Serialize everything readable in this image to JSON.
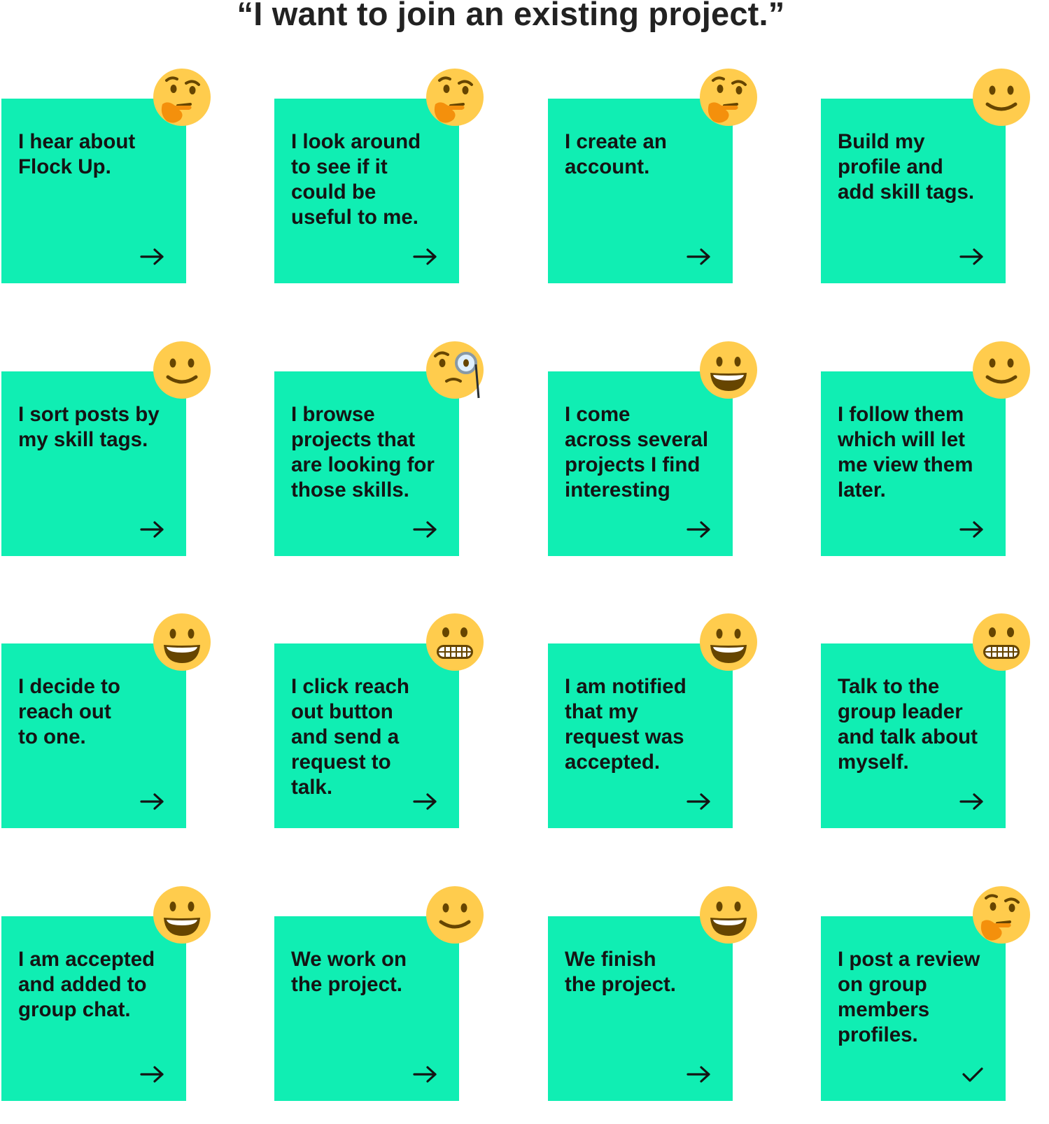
{
  "title": "“I want to join an existing project.”",
  "colors": {
    "card": "#10eeb3",
    "emoji_face": "#ffcc4d",
    "emoji_features": "#664500",
    "hand": "#f4900c",
    "text": "#141414"
  },
  "steps": [
    {
      "text": "I hear about\nFlock Up.",
      "emoji": "thinking-face-icon",
      "end": "arrow-right-icon"
    },
    {
      "text": "I look around\nto see if it\ncould be\nuseful to me.",
      "emoji": "thinking-face-icon",
      "end": "arrow-right-icon"
    },
    {
      "text": "I create an\naccount.",
      "emoji": "thinking-face-icon",
      "end": "arrow-right-icon"
    },
    {
      "text": "Build my\nprofile and\nadd skill tags.",
      "emoji": "smiling-face-icon",
      "end": "arrow-right-icon"
    },
    {
      "text": "I sort posts by\nmy skill tags.",
      "emoji": "smiling-face-icon",
      "end": "arrow-right-icon"
    },
    {
      "text": "I browse\nprojects that\nare looking for\nthose skills.",
      "emoji": "monocle-face-icon",
      "end": "arrow-right-icon"
    },
    {
      "text": "I come\nacross several\nprojects I find\ninteresting",
      "emoji": "grinning-face-icon",
      "end": "arrow-right-icon"
    },
    {
      "text": "I follow them\nwhich will let\nme view them\nlater.",
      "emoji": "smiling-face-icon",
      "end": "arrow-right-icon"
    },
    {
      "text": "I decide to\nreach out\nto one.",
      "emoji": "grinning-face-icon",
      "end": "arrow-right-icon"
    },
    {
      "text": "I click reach\nout button\nand send a\nrequest to\ntalk.",
      "emoji": "grimacing-face-icon",
      "end": "arrow-right-icon"
    },
    {
      "text": "I am notified\nthat my\nrequest was\naccepted.",
      "emoji": "grinning-face-icon",
      "end": "arrow-right-icon"
    },
    {
      "text": "Talk to the\ngroup leader\nand talk about\nmyself.",
      "emoji": "grimacing-face-icon",
      "end": "arrow-right-icon"
    },
    {
      "text": "I am accepted\nand added to\ngroup chat.",
      "emoji": "grinning-face-icon",
      "end": "arrow-right-icon"
    },
    {
      "text": "We work on\nthe project.",
      "emoji": "smiling-face-icon",
      "end": "arrow-right-icon"
    },
    {
      "text": "We finish\nthe project.",
      "emoji": "grinning-face-icon",
      "end": "arrow-right-icon"
    },
    {
      "text": "I post a review\non group\nmembers\nprofiles.",
      "emoji": "thinking-face-icon",
      "end": "checkmark-icon"
    }
  ]
}
